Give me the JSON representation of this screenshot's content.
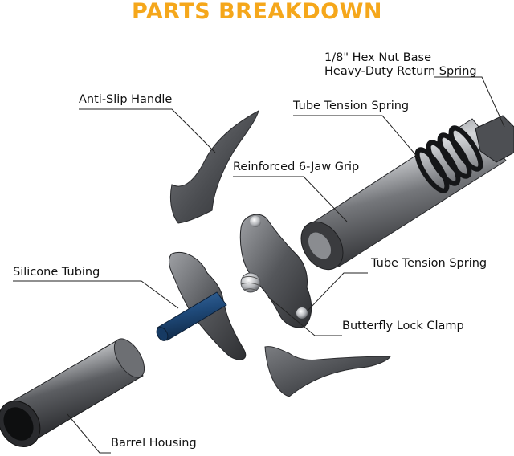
{
  "title": "PARTS BREAKDOWN",
  "colors": {
    "title": "#F5A71B",
    "metal_dark": "#3a3b3e",
    "metal_mid": "#6c6e72",
    "metal_light": "#c9cbce",
    "tubing_blue": "#1f4a7a",
    "leader_line": "#222222"
  },
  "labels": {
    "hex_nut_base": "1/8\" Hex Nut Base",
    "return_spring": "Heavy-Duty Return Spring",
    "anti_slip_handle": "Anti-Slip Handle",
    "tube_tension_spring_top": "Tube Tension Spring",
    "jaw_grip": "Reinforced 6-Jaw Grip",
    "silicone_tubing": "Silicone Tubing",
    "tube_tension_spring_mid": "Tube Tension Spring",
    "butterfly_lock_clamp": "Butterfly Lock Clamp",
    "barrel_housing": "Barrel Housing"
  }
}
